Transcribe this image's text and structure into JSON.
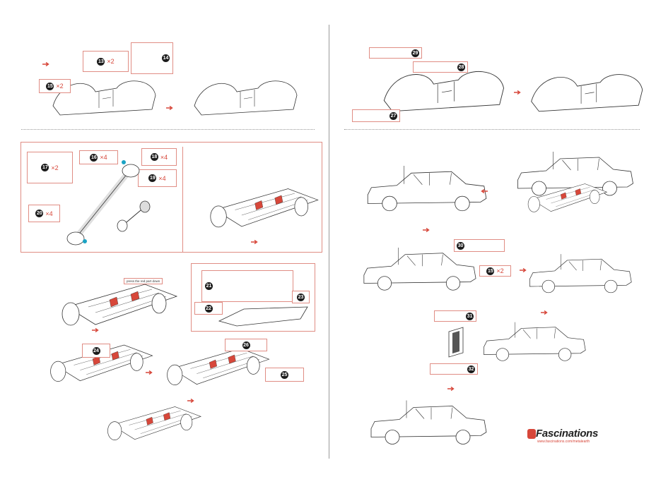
{
  "note": "press the red part down",
  "parts": {
    "p13": {
      "num": "13",
      "qty": "×2"
    },
    "p14": {
      "num": "14",
      "qty": ""
    },
    "p15a": {
      "num": "15",
      "qty": "×2"
    },
    "p16": {
      "num": "16",
      "qty": "×4"
    },
    "p17": {
      "num": "17",
      "qty": "×2"
    },
    "p18": {
      "num": "18",
      "qty": "×4"
    },
    "p19": {
      "num": "19",
      "qty": "×4"
    },
    "p20": {
      "num": "20",
      "qty": "×4"
    },
    "p21": {
      "num": "21",
      "qty": ""
    },
    "p22": {
      "num": "22",
      "qty": ""
    },
    "p23": {
      "num": "23",
      "qty": ""
    },
    "p24": {
      "num": "24",
      "qty": ""
    },
    "p25": {
      "num": "25",
      "qty": ""
    },
    "p26": {
      "num": "26",
      "qty": ""
    },
    "p27": {
      "num": "27",
      "qty": ""
    },
    "p28": {
      "num": "28",
      "qty": ""
    },
    "p29": {
      "num": "29",
      "qty": ""
    },
    "p30": {
      "num": "30",
      "qty": ""
    },
    "p15b": {
      "num": "15",
      "qty": "×2"
    },
    "p31": {
      "num": "31",
      "qty": ""
    },
    "p32": {
      "num": "32",
      "qty": ""
    }
  },
  "brand": {
    "name": "Fascinations",
    "url": "www.fascinations.com/metalearth"
  },
  "colors": {
    "accent": "#d7473a",
    "frame": "#e08d84",
    "marker": "#1aa3c4"
  }
}
